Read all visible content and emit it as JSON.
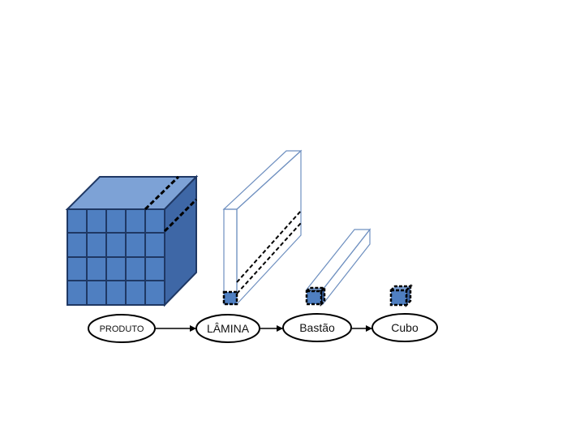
{
  "slide": {
    "colors": {
      "cube_face": "#4F7FC1",
      "cube_top": "#7DA2D6",
      "cube_side": "#3E67A6",
      "cube_edge": "#1F3864",
      "outline": "#6F90C0",
      "dashed": "#000000",
      "ellipse_stroke": "#000000"
    },
    "steps": [
      {
        "id": "produto",
        "label": "PRODUTO"
      },
      {
        "id": "lamina",
        "label": "LÂMINA"
      },
      {
        "id": "bastao",
        "label": "Bastão"
      },
      {
        "id": "cubo",
        "label": "Cubo"
      }
    ]
  }
}
